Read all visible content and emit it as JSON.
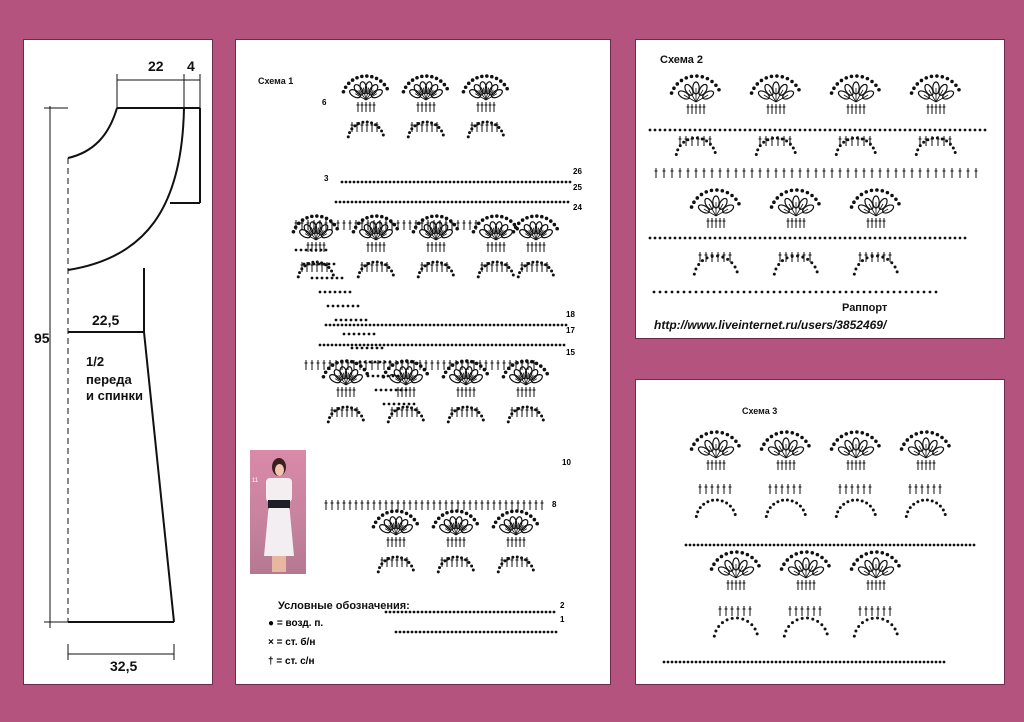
{
  "background_color": "#b4537e",
  "pattern_panel": {
    "dimensions": {
      "top_width": "22",
      "shoulder": "4",
      "height": "95",
      "waist": "22,5",
      "hem": "32,5"
    },
    "piece_label_line1": "1/2",
    "piece_label_line2": "переда",
    "piece_label_line3": "и спинки"
  },
  "schema1": {
    "title": "Схема 1",
    "row_numbers": [
      "26",
      "25",
      "24",
      "18",
      "17",
      "15",
      "10",
      "8",
      "2",
      "1"
    ],
    "left_row_numbers": [
      "6",
      "3"
    ],
    "legend": {
      "title": "Условные обозначения:",
      "items": [
        {
          "symbol": "●",
          "text": "= возд. п."
        },
        {
          "symbol": "×",
          "text": "= ст. б/н"
        },
        {
          "symbol": "†",
          "text": "= ст. с/н"
        }
      ]
    },
    "photo_number": "11"
  },
  "schema2": {
    "title": "Схема 2",
    "rapport_label": "Раппорт",
    "url": "http://www.liveinternet.ru/users/3852469/"
  },
  "schema3": {
    "title": "Схема 3"
  }
}
